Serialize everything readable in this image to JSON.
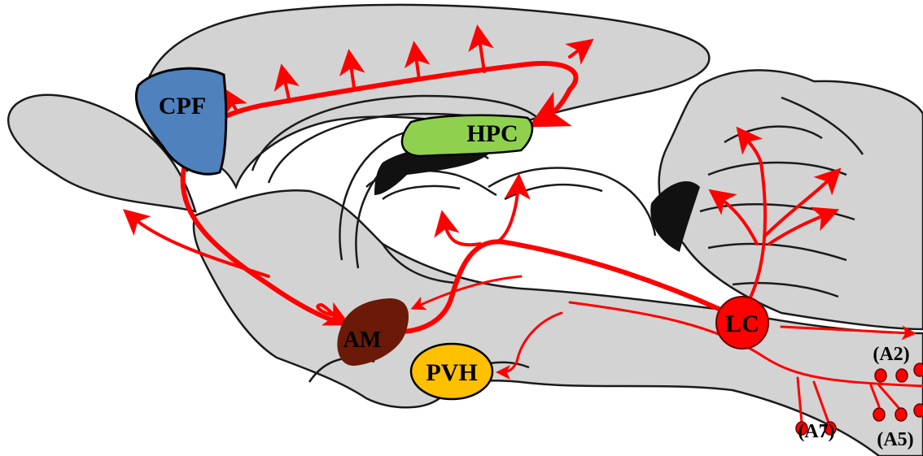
{
  "regions": {
    "cpf": {
      "label": "CPF",
      "color": "#4f81bd"
    },
    "hpc": {
      "label": "HPC",
      "color": "#8fd14f"
    },
    "am": {
      "label": "AM",
      "color": "#6b1a08"
    },
    "pvh": {
      "label": "PVH",
      "color": "#ffc000"
    },
    "lc": {
      "label": "LC",
      "color": "#ff0000"
    }
  },
  "cell_groups": {
    "a2": {
      "label": "(A2)"
    },
    "a5": {
      "label": "(A5)"
    },
    "a7": {
      "label": "(A7)"
    }
  },
  "colors": {
    "brain_fill": "#d3d3d3",
    "brain_outline": "#1a1a1a",
    "projection": "#ff0000"
  }
}
